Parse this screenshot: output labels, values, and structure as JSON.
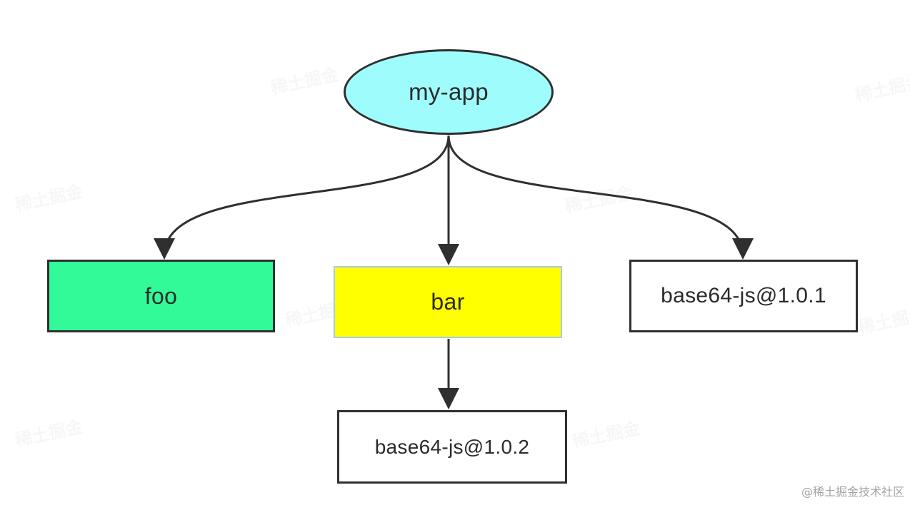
{
  "diagram": {
    "nodes": [
      {
        "id": "my-app",
        "label": "my-app",
        "shape": "ellipse",
        "fill": "#9efcfd"
      },
      {
        "id": "foo",
        "label": "foo",
        "shape": "rectangle",
        "fill": "#33fa99"
      },
      {
        "id": "bar",
        "label": "bar",
        "shape": "rectangle",
        "fill": "#ffff00"
      },
      {
        "id": "base64-101",
        "label": "base64-js@1.0.1",
        "shape": "rectangle",
        "fill": "#ffffff"
      },
      {
        "id": "base64-102",
        "label": "base64-js@1.0.2",
        "shape": "rectangle",
        "fill": "#ffffff"
      }
    ],
    "edges": [
      {
        "from": "my-app",
        "to": "foo"
      },
      {
        "from": "my-app",
        "to": "bar"
      },
      {
        "from": "my-app",
        "to": "base64-101"
      },
      {
        "from": "bar",
        "to": "base64-102"
      }
    ],
    "colors": {
      "stroke": "#2f2f2f",
      "text": "#2b2b2b",
      "bar_border": "#a7cbe8"
    }
  },
  "watermarks": [
    "稀土掘金",
    "稀土掘金",
    "稀土掘金",
    "稀土掘金",
    "稀土掘金",
    "稀土掘金",
    "稀土掘金",
    "稀土掘金"
  ],
  "credit": "@稀土掘金技术社区"
}
